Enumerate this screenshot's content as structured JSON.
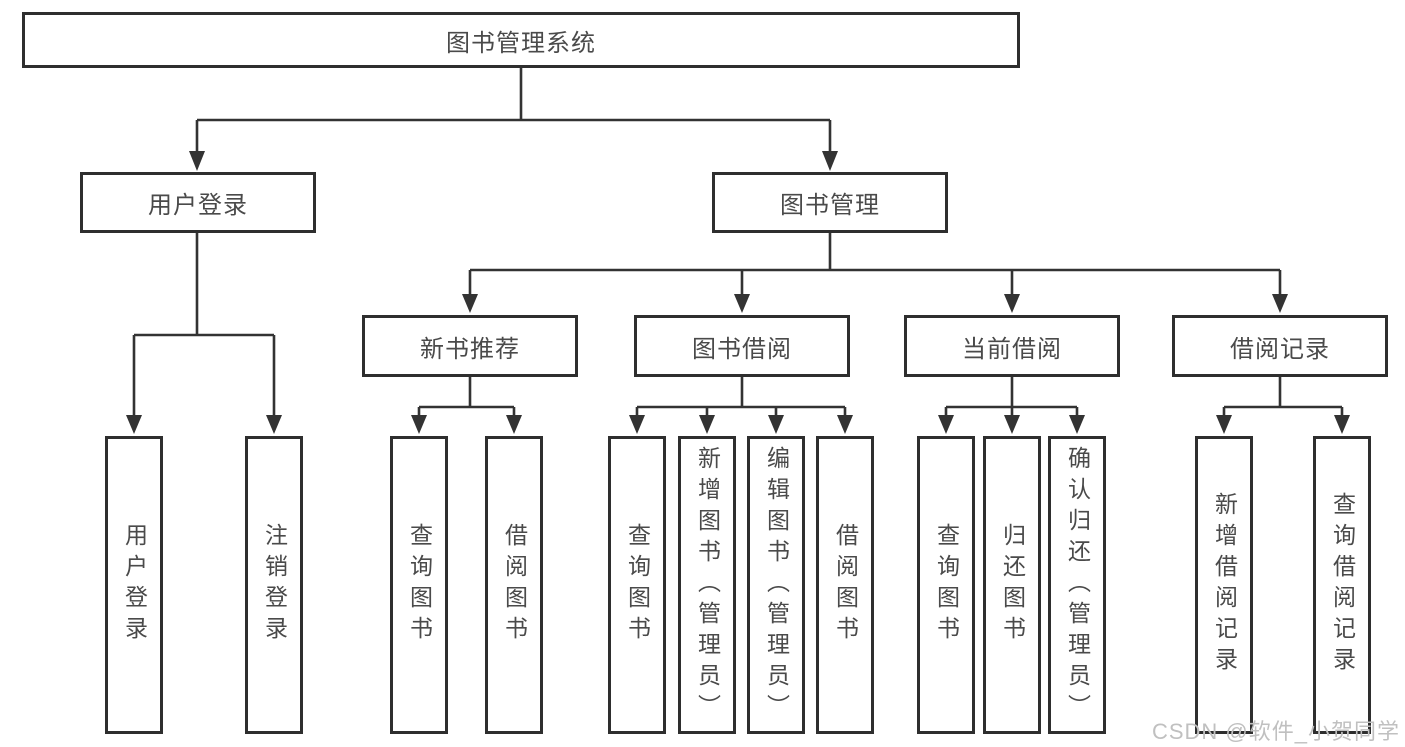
{
  "diagram": {
    "root": "图书管理系统",
    "level2": [
      "用户登录",
      "图书管理"
    ],
    "level3": [
      "新书推荐",
      "图书借阅",
      "当前借阅",
      "借阅记录"
    ],
    "leaves": {
      "user_login": [
        "用户登录",
        "注销登录"
      ],
      "new_book": [
        "查询图书",
        "借阅图书"
      ],
      "book_borrow": [
        "查询图书",
        "新增图书（管理员）",
        "编辑图书（管理员）",
        "借阅图书"
      ],
      "current_borrow": [
        "查询图书",
        "归还图书",
        "确认归还（管理员）"
      ],
      "borrow_record": [
        "新增借阅记录",
        "查询借阅记录"
      ]
    }
  },
  "watermark": {
    "text": "CSDN @软件_小贺同学"
  },
  "colors": {
    "line": "#333333",
    "box_border": "#2e2e2e",
    "box_fill": "#ffffff",
    "text": "#4a4a4a",
    "watermark": "#c0c0c0",
    "background": "#ffffff"
  }
}
